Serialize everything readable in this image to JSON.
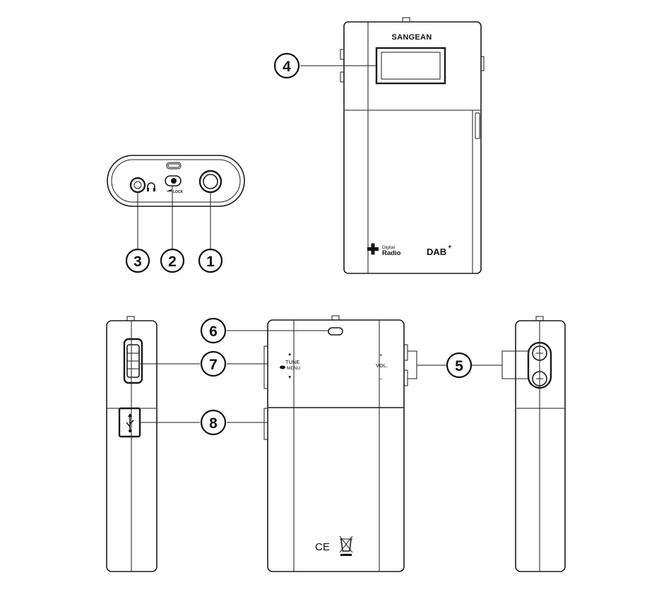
{
  "brand": "SANGEAN",
  "lock_label": "LOCK",
  "tune_label": "TUNE",
  "menu_label": "MENU",
  "vol_label": "VOL.",
  "vol_plus": "+",
  "vol_minus": "–",
  "arrow_up": "▲",
  "arrow_down": "▼",
  "digital_radio": {
    "small": "Digital",
    "big": "Radio"
  },
  "dab_logo": "DAB",
  "dab_plus": "+",
  "ce_mark": "CE",
  "callouts": [
    "1",
    "2",
    "3",
    "4",
    "5",
    "6",
    "7",
    "8"
  ],
  "icons": [
    "headphone-icon",
    "usb-icon",
    "weee-bin-icon",
    "digital-radio-plus-icon"
  ]
}
